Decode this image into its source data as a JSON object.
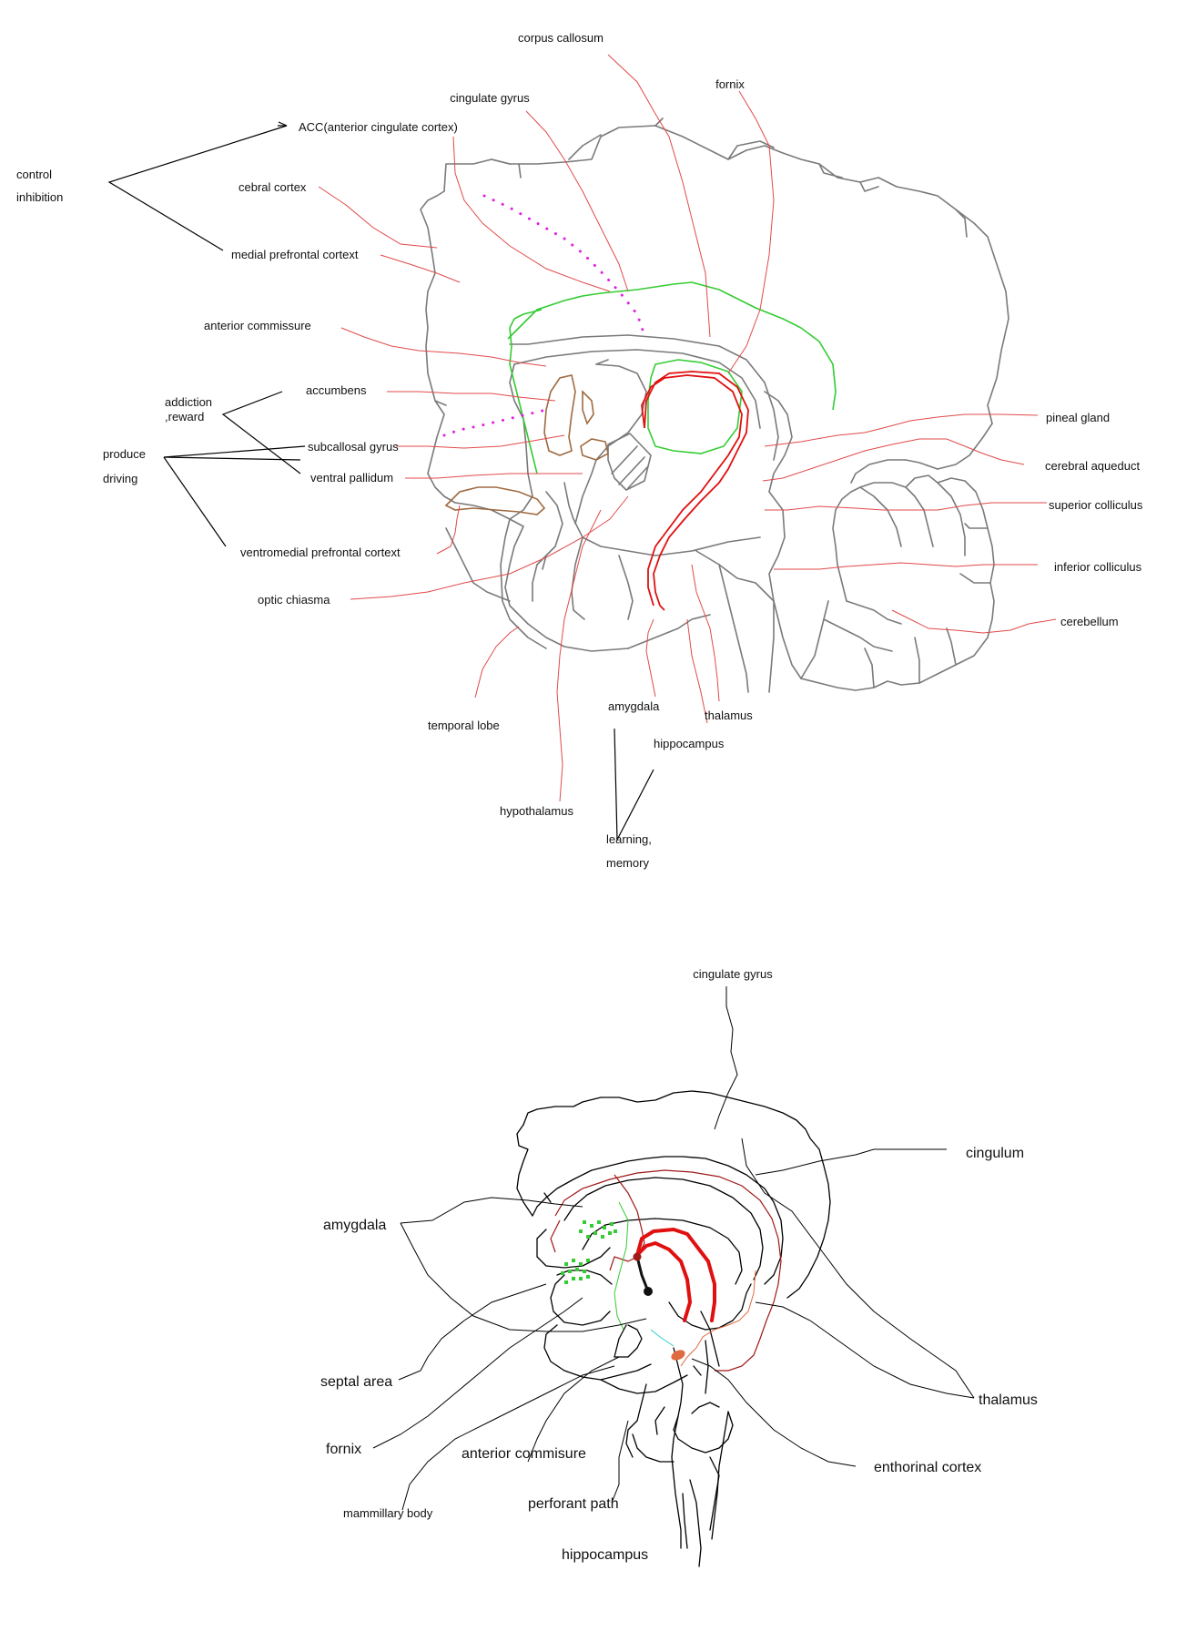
{
  "diagram1": {
    "annotations": {
      "control": "control",
      "inhibition": "inhibition",
      "addiction": "addiction",
      "reward": ",reward",
      "produce": "produce",
      "driving": "driving",
      "learning": "learning,",
      "memory": "memory"
    },
    "labels": {
      "corpus_callosum": "corpus callosum",
      "fornix": "fornix",
      "cingulate_gyrus": "cingulate gyrus",
      "acc": "ACC(anterior cingulate cortex)",
      "cebral_cortex": "cebral cortex",
      "medial_prefrontal_cortext": "medial prefrontal cortext",
      "anterior_commissure": "anterior commissure",
      "accumbens": "accumbens",
      "subcallosal_gyrus": "subcallosal gyrus",
      "ventral_pallidum": "ventral pallidum",
      "ventromedial_prefrontal_cortext": "ventromedial prefrontal cortext",
      "optic_chiasma": "optic chiasma",
      "temporal_lobe": "temporal lobe",
      "amygdala": "amygdala",
      "thalamus": "thalamus",
      "hippocampus": "hippocampus",
      "hypothalamus": "hypothalamus",
      "pineal_gland": "pineal gland",
      "cerebral_aqueduct": "cerebral aqueduct",
      "superior_colliculus": "superior colliculus",
      "inferior_colliculus": "inferior colliculus",
      "cerebellum": "cerebellum"
    }
  },
  "diagram2": {
    "labels": {
      "cingulate_gyrus": "cingulate gyrus",
      "cingulum": "cingulum",
      "amygdala": "amygdala",
      "septal_area": "septal area",
      "thalamus": "thalamus",
      "fornix": "fornix",
      "anterior_commisure": "anterior commisure",
      "enthorinal_cortex": "enthorinal cortex",
      "mammillary_body": "mammillary body",
      "perforant_path": "perforant path",
      "hippocampus": "hippocampus"
    }
  },
  "colors": {
    "outline": "#7a7a7a",
    "leader": "#e04a4a",
    "green_tract": "#33cc33",
    "red_tract": "#e01010",
    "magenta_dots": "#e020e0",
    "brown_nuclei": "#a06a40",
    "annotation_line": "#000000",
    "cingulum_tract": "#a01818",
    "entorhinal": "#e06a40",
    "perforant": "#33cccc"
  }
}
